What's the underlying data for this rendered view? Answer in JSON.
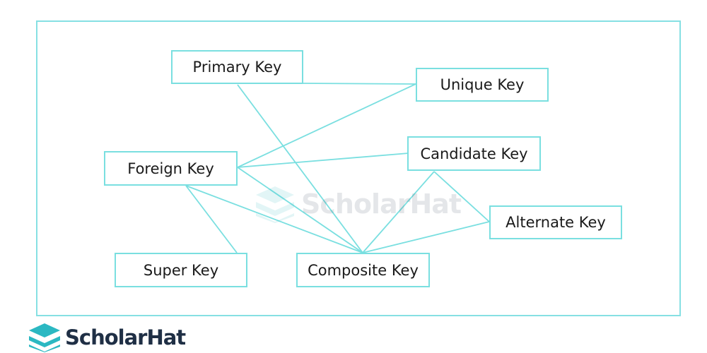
{
  "nodes": {
    "primary": "Primary Key",
    "unique": "Unique Key",
    "foreign": "Foreign Key",
    "candidate": "Candidate Key",
    "alternate": "Alternate Key",
    "super": "Super Key",
    "composite": "Composite Key"
  },
  "watermark": {
    "text": "ScholarHat"
  },
  "brand": {
    "name": "ScholarHat",
    "icon": "stacked-layers-logo-icon"
  },
  "colors": {
    "accent": "#7adfe0",
    "brand_teal": "#2bb8c2",
    "brand_text": "#1f2f45"
  }
}
